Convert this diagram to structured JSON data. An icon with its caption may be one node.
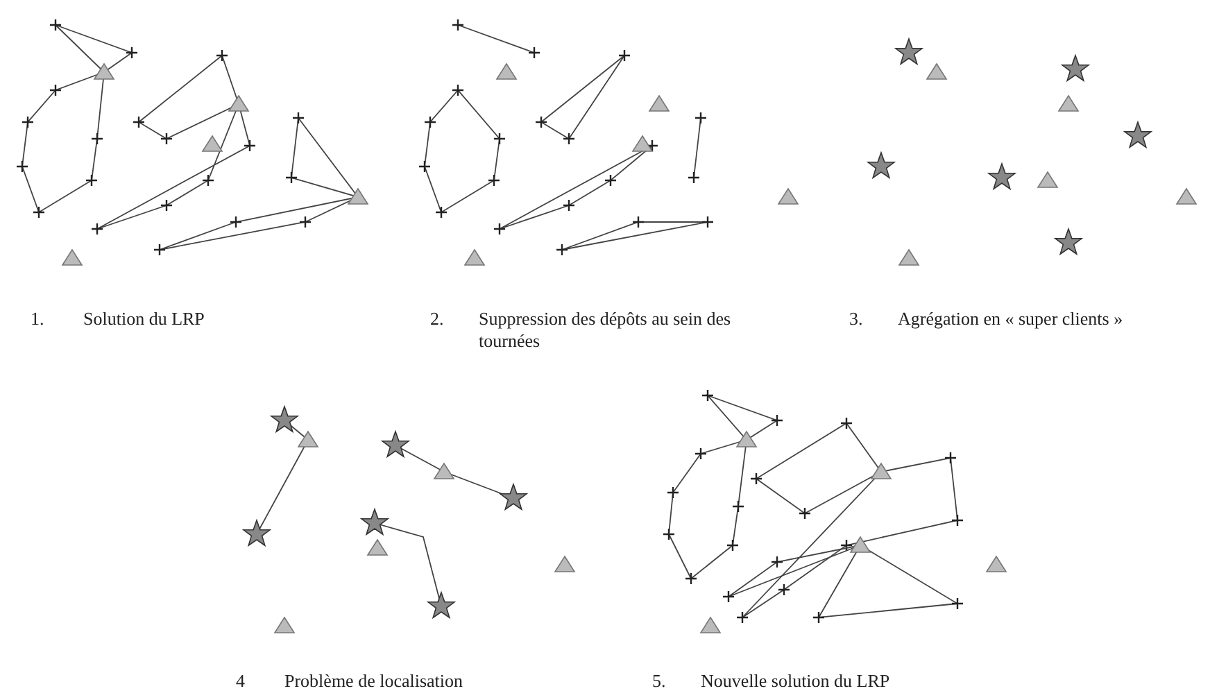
{
  "diagram": {
    "labels": [
      "1.",
      "Solution du LRP",
      "2.",
      "Suppression des dépôts au sein des tournées",
      "3.",
      "Agrégation en « super clients »",
      "4",
      "Problème de localisation",
      "5.",
      "Nouvelle solution du LRP"
    ]
  }
}
